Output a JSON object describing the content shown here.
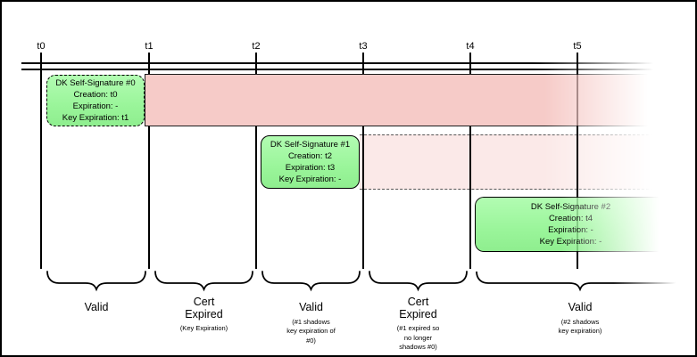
{
  "timeline": {
    "ticks": [
      "t0",
      "t1",
      "t2",
      "t3",
      "t4",
      "t5"
    ]
  },
  "boxes": [
    {
      "title": "DK Self-Signature #0",
      "creation": "Creation: t0",
      "expiration": "Expiration: -",
      "key_expiration": "Key Expiration: t1"
    },
    {
      "title": "DK Self-Signature #1",
      "creation": "Creation: t2",
      "expiration": "Expiration: t3",
      "key_expiration": "Key Expiration: -"
    },
    {
      "title": "DK Self-Signature #2",
      "creation": "Creation: t4",
      "expiration": "Expiration: -",
      "key_expiration": "Key Expiration: -"
    }
  ],
  "phases": [
    {
      "label": "Valid",
      "note": ""
    },
    {
      "label": "Cert\nExpired",
      "note": "(Key Expiration)"
    },
    {
      "label": "Valid",
      "note": "(#1 shadows\nkey expiration of\n#0)"
    },
    {
      "label": "Cert\nExpired",
      "note": "(#1 expired so\nno longer\nshadows #0)"
    },
    {
      "label": "Valid",
      "note": "(#2 shadows\nkey expiration)"
    }
  ],
  "colors": {
    "band_expired": "#f6cbc8",
    "band_shadowed": "#fbe9e8",
    "signature_green": "#9af59a",
    "line": "#000000"
  }
}
